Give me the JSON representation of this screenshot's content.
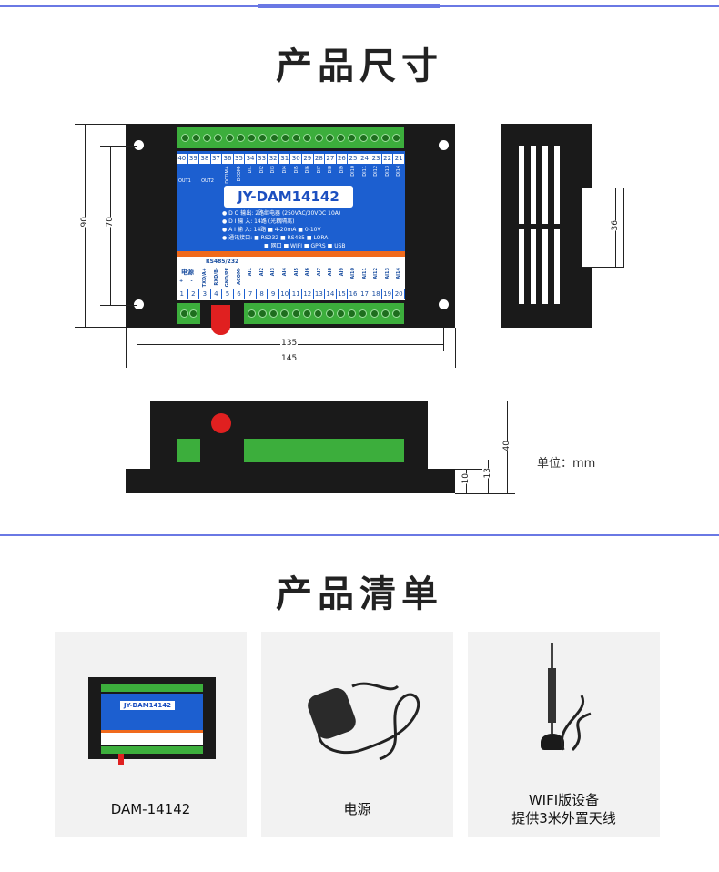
{
  "section1": {
    "title": "产品尺寸"
  },
  "device": {
    "model": "JY-DAM14142",
    "top_terminals": [
      "40",
      "39",
      "38",
      "37",
      "36",
      "35",
      "34",
      "33",
      "32",
      "31",
      "30",
      "29",
      "28",
      "27",
      "26",
      "25",
      "24",
      "23",
      "22",
      "21"
    ],
    "top_labels": [
      "OUT1",
      "OUT2",
      "DCOM+",
      "DCOM-",
      "DI1",
      "DI2",
      "DI3",
      "DI4",
      "DI5",
      "DI6",
      "DI7",
      "DI8",
      "DI9",
      "DI10",
      "DI11",
      "DI12",
      "DI13",
      "DI14"
    ],
    "specs": [
      "● D O 输出: 2路继电器 (250VAC/30VDC 10A)",
      "● D I 输 入: 14路 (光耦隔离)",
      "● A I 输 入: 14路 ■ 4-20mA ■ 0-10V",
      "● 通讯接口: ■ RS232 ■ RS485 ■ LORA",
      "■ 网口 ■ WIFI ■ GPRS ■ USB"
    ],
    "bottom_header": "RS485/232",
    "power_label": "电源",
    "bottom_labels": [
      "+",
      "-",
      "TXD/A+",
      "RXD/B-",
      "GND/PE",
      "ACOM-",
      "AI1",
      "AI2",
      "AI3",
      "AI4",
      "AI5",
      "AI6",
      "AI7",
      "AI8",
      "AI9",
      "AI10",
      "AI11",
      "AI12",
      "AI13",
      "AI14"
    ],
    "bottom_terminals": [
      "1",
      "2",
      "3",
      "4",
      "5",
      "6",
      "7",
      "8",
      "9",
      "10",
      "11",
      "12",
      "13",
      "14",
      "15",
      "16",
      "17",
      "18",
      "19",
      "20"
    ]
  },
  "dimensions": {
    "h90": "90",
    "h70": "70",
    "w135": "135",
    "w145": "145",
    "side36": "36",
    "d40": "40",
    "d13": "13",
    "d10": "10"
  },
  "unit_label": "单位：mm",
  "section2": {
    "title": "产品清单"
  },
  "items": [
    {
      "label": "DAM-14142"
    },
    {
      "label": "电源"
    },
    {
      "label": "WIFI版设备",
      "label2": "提供3米外置天线"
    }
  ],
  "colors": {
    "accent": "#6a78e4",
    "panel_blue": "#1c5fd0",
    "terminal_green": "#3cae3c",
    "orange": "#f06a1c",
    "antenna_red": "#e02020"
  }
}
